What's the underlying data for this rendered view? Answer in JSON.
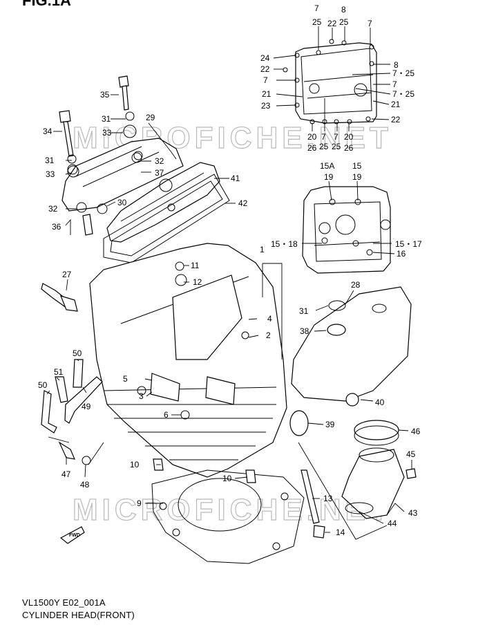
{
  "figure_title": "FIG.1A",
  "model_code": "VL1500Y E02_001A",
  "caption": "CYLINDER HEAD(FRONT)",
  "watermark": "MICROFICHE.NET",
  "fwd_label": "FWD",
  "callouts": {
    "n1": "1",
    "n2": "2",
    "n3": "3",
    "n4": "4",
    "n5": "5",
    "n6": "6",
    "n9": "9",
    "n10a": "10",
    "n10b": "10",
    "n11": "11",
    "n12": "12",
    "n13": "13",
    "n14": "14",
    "n15_17": "15・17",
    "n15_18": "15・18",
    "n16": "16",
    "n15a": "15A",
    "n15": "15",
    "n19a": "19",
    "n19b": "19",
    "n27": "27",
    "n28": "28",
    "n29": "29",
    "n30": "30",
    "n31a": "31",
    "n31b": "31",
    "n31c": "31",
    "n32a": "32",
    "n32b": "32",
    "n33a": "33",
    "n33b": "33",
    "n34": "34",
    "n35": "35",
    "n36": "36",
    "n37": "37",
    "n38": "38",
    "n39": "39",
    "n40": "40",
    "n41": "41",
    "n42": "42",
    "n43": "43",
    "n44": "44",
    "n45": "45",
    "n46": "46",
    "n47": "47",
    "n48": "48",
    "n49": "49",
    "n50a": "50",
    "n50b": "50",
    "n51": "51",
    "c7a": "7",
    "c25a": "25",
    "c8a": "8",
    "c25b": "25",
    "c22a": "22",
    "c7b": "7",
    "c24": "24",
    "c8b": "8",
    "c22b": "22",
    "c7_25a": "7・25",
    "c7c": "7",
    "c7d": "7",
    "c7_25b": "7・25",
    "c21a": "21",
    "c21b": "21",
    "c23": "23",
    "c22c": "22",
    "c20a": "20",
    "c7e": "7",
    "c7f": "7",
    "c20b": "20",
    "c26a": "26",
    "c25c": "25",
    "c25d": "25",
    "c26b": "26"
  }
}
